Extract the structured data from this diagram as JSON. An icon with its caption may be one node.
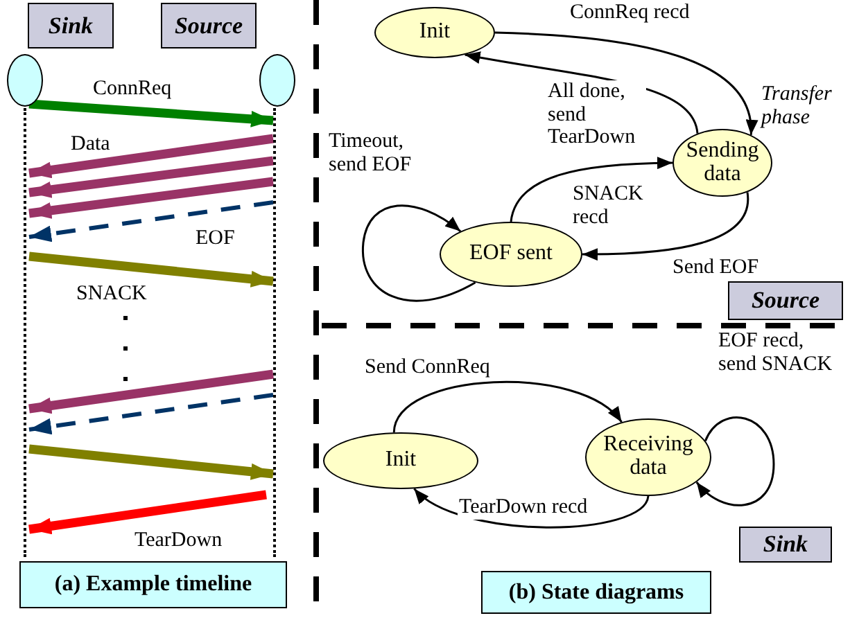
{
  "diagram": {
    "nodes": [
      {
        "text": [
          "Sink"
        ]
      },
      {
        "text": [
          "Source"
        ]
      },
      {
        "text": [],
        "shape": "circle"
      },
      {
        "text": [],
        "shape": "circle"
      },
      {
        "text": [],
        "shape": "line"
      },
      {
        "text": [],
        "shape": "line"
      },
      {
        "text": [
          "Init"
        ]
      },
      {
        "text": [
          "Sending data"
        ],
        "beside": [
          "Transfer phase"
        ]
      },
      {
        "text": [
          "EOF sent"
        ]
      },
      {
        "text": [
          "Source"
        ]
      },
      {
        "text": [
          "Init"
        ]
      },
      {
        "text": [
          "Receiving data"
        ]
      },
      {
        "text": [
          "Sink"
        ]
      }
    ],
    "edges": [
      {
        "from": 4,
        "to": 5,
        "arrow": "to",
        "label": "ConnReq",
        "style": "thick",
        "color": "#008000"
      },
      {
        "from": 5,
        "to": 4,
        "arrow": "to",
        "label": "Data",
        "style": "thick",
        "color": "#993366"
      },
      {
        "from": 5,
        "to": 4,
        "arrow": "to",
        "style": "thick",
        "color": "#993366"
      },
      {
        "from": 5,
        "to": 4,
        "arrow": "to",
        "style": "thick",
        "color": "#993366"
      },
      {
        "from": 5,
        "to": 4,
        "arrow": "to",
        "label": "EOF",
        "style": "dashed",
        "color": "#003366"
      },
      {
        "from": 4,
        "to": 5,
        "arrow": "to",
        "label": "SNACK",
        "style": "thick",
        "color": "#808000"
      },
      {
        "from": 5,
        "to": 4,
        "arrow": "to",
        "style": "thick",
        "color": "#993366"
      },
      {
        "from": 5,
        "to": 4,
        "arrow": "to",
        "style": "dashed",
        "color": "#003366"
      },
      {
        "from": 4,
        "to": 5,
        "arrow": "to",
        "style": "thick",
        "color": "#808000"
      },
      {
        "from": 5,
        "to": 4,
        "arrow": "to",
        "label": "TearDown",
        "style": "thick",
        "color": "#ff0000"
      },
      {
        "from": 6,
        "to": 7,
        "arrow": "to",
        "label": "ConnReq recd"
      },
      {
        "from": 7,
        "to": 6,
        "arrow": "to",
        "label": "All done, send TearDown"
      },
      {
        "from": 8,
        "to": 8,
        "arrow": "to",
        "label": "Timeout, send EOF"
      },
      {
        "from": 8,
        "to": 7,
        "arrow": "to",
        "label": "SNACK recd"
      },
      {
        "from": 7,
        "to": 8,
        "arrow": "to",
        "label": "Send EOF"
      },
      {
        "from": 10,
        "to": 11,
        "arrow": "to",
        "label": "Send ConnReq"
      },
      {
        "from": 11,
        "to": 10,
        "arrow": "to",
        "label": "TearDown recd"
      },
      {
        "from": 11,
        "to": 11,
        "arrow": "to",
        "label": "EOF recd, send SNACK"
      }
    ],
    "labels": [
      "(a) Example timeline",
      "(b) State diagrams"
    ]
  }
}
